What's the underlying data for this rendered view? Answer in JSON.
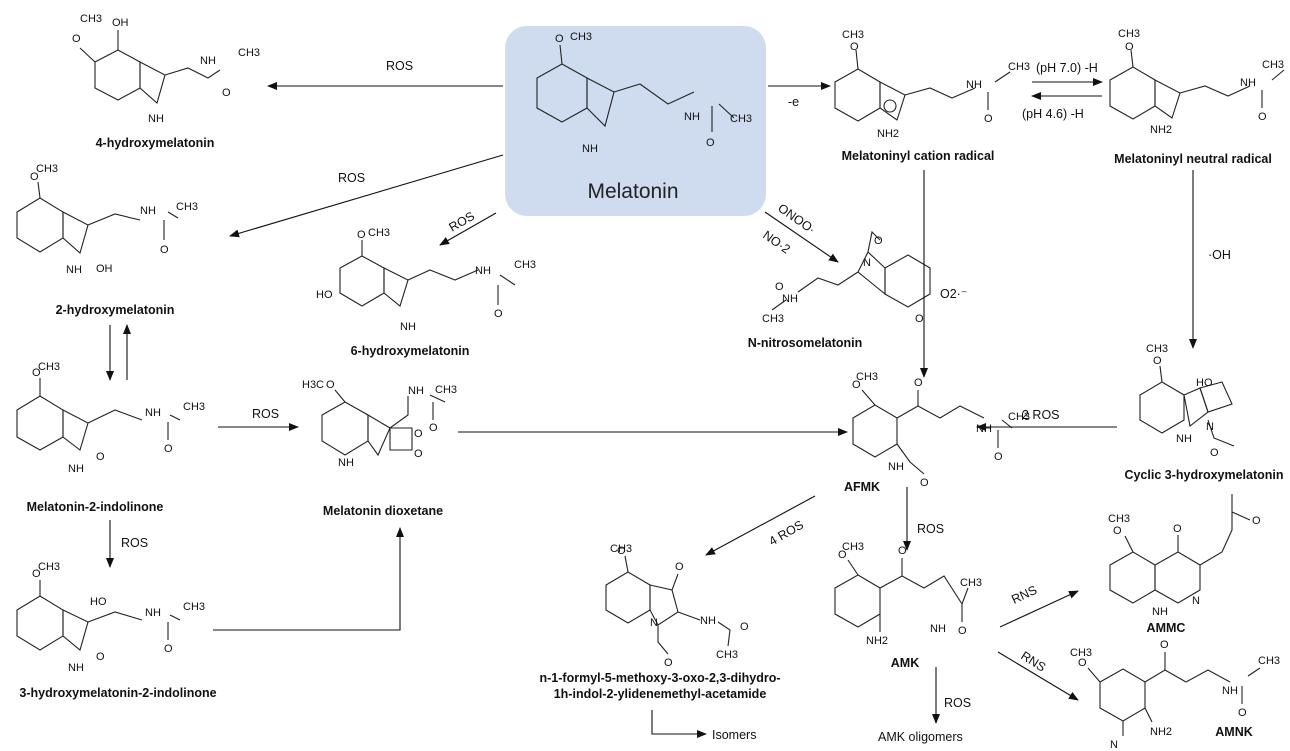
{
  "center": {
    "label": "Melatonin",
    "highlight_color": "#cfdcef"
  },
  "compounds": {
    "hydroxy4": "4-hydroxymelatonin",
    "hydroxy2": "2-hydroxymelatonin",
    "hydroxy6": "6-hydroxymelatonin",
    "indolinone2": "Melatonin-2-indolinone",
    "dioxetane": "Melatonin dioxetane",
    "hydroxy3_indolinone": "3-hydroxymelatonin-2-indolinone",
    "cation_radical": "Melatoninyl cation radical",
    "neutral_radical": "Melatoninyl neutral radical",
    "nitroso": "N-nitrosomelatonin",
    "cyclic3": "Cyclic 3-hydroxymelatonin",
    "afmk": "AFMK",
    "amk": "AMK",
    "ammc": "AMMC",
    "amnk": "AMNK",
    "formyl_line1": "n-1-formyl-5-methoxy-3-oxo-2,3-dihydro-",
    "formyl_line2": "1h-indol-2-ylidenemethyl-acetamide",
    "isomers": "Isomers",
    "amk_oligomers": "AMK oligomers"
  },
  "reactions": {
    "ros_4oh": "ROS",
    "ros_2oh": "ROS",
    "ros_6oh": "ROS",
    "ros_dioxetane": "ROS",
    "ros_3oh_indolinone": "ROS",
    "minus_e": "-e",
    "ph70": "(pH 7.0) -H",
    "ph46": "(pH 4.6) -H",
    "onoo": "ONOO·",
    "no2": "NO·2",
    "o2": "O2·⁻",
    "oh": "·OH",
    "ros2": "2 ROS",
    "ros4": "4 ROS",
    "ros_amk": "ROS",
    "rns_ammc": "RNS",
    "rns_amnk": "RNS",
    "ros_oligomers": "ROS"
  },
  "atoms": {
    "methyl": "CH3",
    "o": "O",
    "oh": "OH",
    "ho": "HO",
    "nh": "NH",
    "h3c": "H3C",
    "nh2": "NH2",
    "n": "N"
  }
}
